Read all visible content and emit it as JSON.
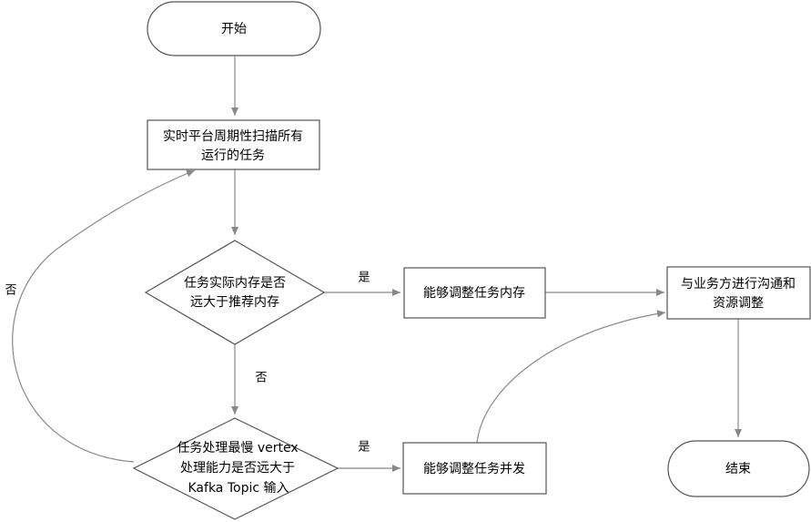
{
  "nodes": {
    "start": "开始",
    "scan": [
      "实时平台周期性扫描所有",
      "运行的任务"
    ],
    "memory_check": [
      "任务实际内存是否",
      "远大于推荐内存"
    ],
    "adjust_memory": "能够调整任务内存",
    "communicate": [
      "与业务方进行沟通和",
      "资源调整"
    ],
    "vertex_check": [
      "任务处理最慢 vertex",
      "处理能力是否远大于",
      "Kafka Topic 输入"
    ],
    "adjust_parallelism": "能够调整任务并发",
    "end": "结束"
  },
  "edge_labels": {
    "memory_yes": "是",
    "memory_no": "否",
    "vertex_yes": "是",
    "vertex_no": "否"
  },
  "colors": {
    "stroke": "#555555",
    "edge": "#888888",
    "fill": "#ffffff",
    "text": "#000000"
  }
}
